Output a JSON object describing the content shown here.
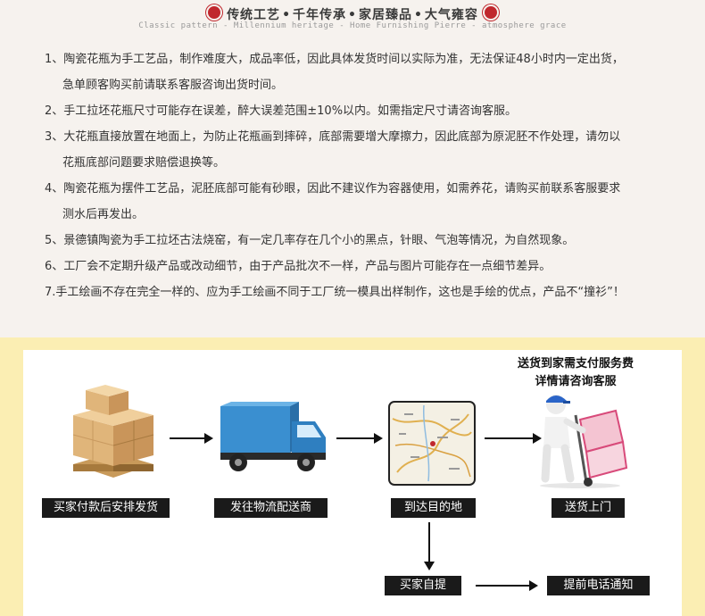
{
  "header": {
    "title_parts": [
      "传统工艺",
      "千年传承",
      "家居臻品",
      "大气雍容"
    ],
    "separator": "•",
    "subtitle": "Classic pattern - Millennium heritage - Home Furnishing Pierre - atmosphere grace"
  },
  "notes": [
    {
      "text": "1、陶瓷花瓶为手工艺品，制作难度大，成品率低，因此具体发货时间以实际为准，无法保证48小时内一定出货，",
      "cont": "急单顾客购买前请联系客服咨询出货时间。"
    },
    {
      "text": "2、手工拉坯花瓶尺寸可能存在误差，醉大误差范围±10%以内。如需指定尺寸请咨询客服。",
      "cont": ""
    },
    {
      "text": "3、大花瓶直接放置在地面上，为防止花瓶画到摔碎，底部需要增大摩擦力，因此底部为原泥胚不作处理，请勿以",
      "cont": "花瓶底部问题要求赔偿退换等。"
    },
    {
      "text": "4、陶瓷花瓶为摆件工艺品，泥胚底部可能有砂眼，因此不建议作为容器使用，如需养花，请购买前联系客服要求",
      "cont": "测水后再发出。"
    },
    {
      "text": "5、景德镇陶瓷为手工拉坯古法烧窑，有一定几率存在几个小的黑点，针眼、气泡等情况，为自然现象。",
      "cont": ""
    },
    {
      "text": "6、工厂会不定期升级产品或改动细节，由于产品批次不一样，产品与图片可能存在一点细节差异。",
      "cont": ""
    },
    {
      "text": "7.手工绘画不存在完全一样的、应为手工绘画不同于工厂统一模具出样制作，这也是手绘的优点，产品不“撞衫”！",
      "cont": ""
    }
  ],
  "flow": {
    "fee_note": [
      "送货到家需支付服务费",
      "详情请咨询客服"
    ],
    "steps": {
      "pay": "买家付款后安排发货",
      "ship": "发往物流配送商",
      "arrive": "到达目的地",
      "deliver": "送货上门",
      "pickup": "买家自提",
      "notify": "提前电话通知"
    }
  },
  "colors": {
    "accent_red": "#c0272d",
    "band_yellow": "#fbeeb3",
    "label_black": "#1a1a1a",
    "truck_blue": "#3a8fd0"
  }
}
